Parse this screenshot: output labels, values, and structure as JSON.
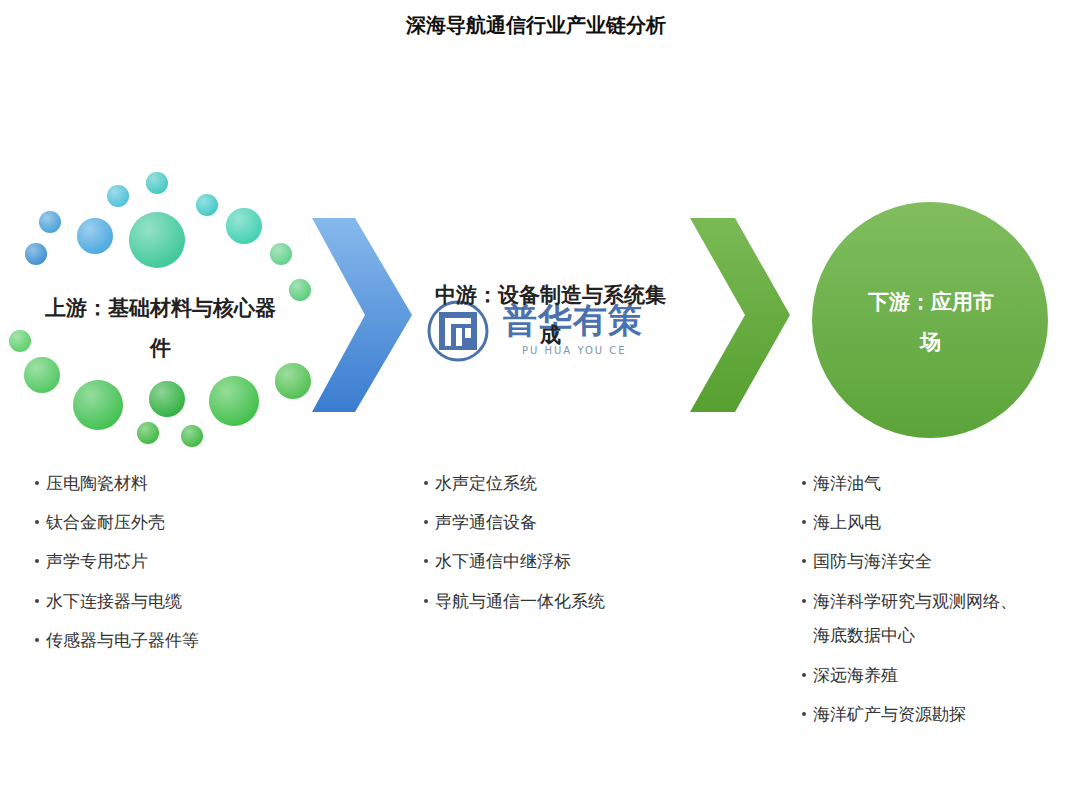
{
  "diagram": {
    "title": "深海导航通信行业产业链分析",
    "nodes": [
      {
        "text": [
          "上游：基础材料与核心器件"
        ]
      },
      {
        "text": [
          "中游：设备制造与系统集成"
        ]
      },
      {
        "text": [
          "下游：应用市场"
        ]
      }
    ],
    "edges": [
      {
        "from": 1,
        "to": 2,
        "arrow": "to"
      }
    ],
    "labels": [
      "压电陶瓷材料",
      "钛合金耐压外壳",
      "声学专用芯片",
      "水下连接器与电缆",
      "传感器与电子器件等",
      "水声定位系统",
      "声学通信设备",
      "水下通信中继浮标",
      "导航与通信一体化系统",
      "海洋油气",
      "海上风电",
      "国防与海洋安全",
      "海洋科学研究与观测网络、海底数据中心",
      "深远海养殖",
      "海洋矿产与资源勘探",
      "普华有策",
      "PU HUA YOU CE"
    ]
  }
}
